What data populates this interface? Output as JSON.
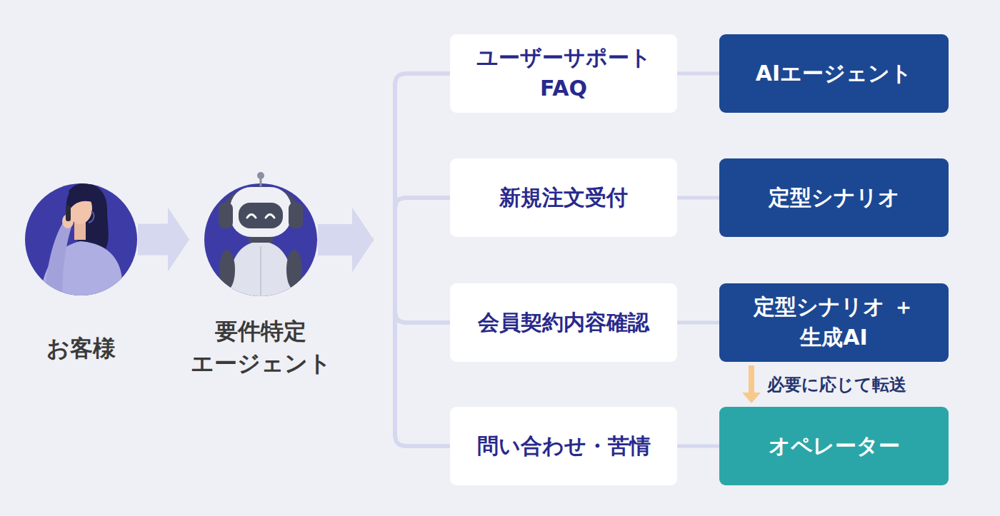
{
  "diagram": {
    "nodes": [
      {
        "text": [
          "お客様"
        ]
      },
      {
        "text": [
          "要件特定 エージェント"
        ]
      },
      {
        "text": [
          "ユーザーサポート FAQ"
        ]
      },
      {
        "text": [
          "AIエージェント"
        ]
      },
      {
        "text": [
          "新規注文受付"
        ]
      },
      {
        "text": [
          "定型シナリオ"
        ]
      },
      {
        "text": [
          "会員契約内容確認"
        ]
      },
      {
        "text": [
          "定型シナリオ ＋生成AI"
        ]
      },
      {
        "text": [
          "問い合わせ・苦情"
        ]
      },
      {
        "text": [
          "オペレーター"
        ]
      }
    ],
    "edges": [
      {
        "from": 0,
        "to": 1,
        "arrow": "to"
      },
      {
        "from": 1,
        "to": 2,
        "arrow": "to"
      },
      {
        "from": 1,
        "to": 4,
        "arrow": "to"
      },
      {
        "from": 1,
        "to": 6,
        "arrow": "to"
      },
      {
        "from": 1,
        "to": 8,
        "arrow": "to"
      },
      {
        "from": 2,
        "to": 3,
        "arrow": "none"
      },
      {
        "from": 4,
        "to": 5,
        "arrow": "none"
      },
      {
        "from": 6,
        "to": 7,
        "arrow": "none"
      },
      {
        "from": 8,
        "to": 9,
        "arrow": "none"
      },
      {
        "from": 7,
        "to": 9,
        "arrow": "to",
        "label": "必要に応じて転送"
      }
    ]
  }
}
